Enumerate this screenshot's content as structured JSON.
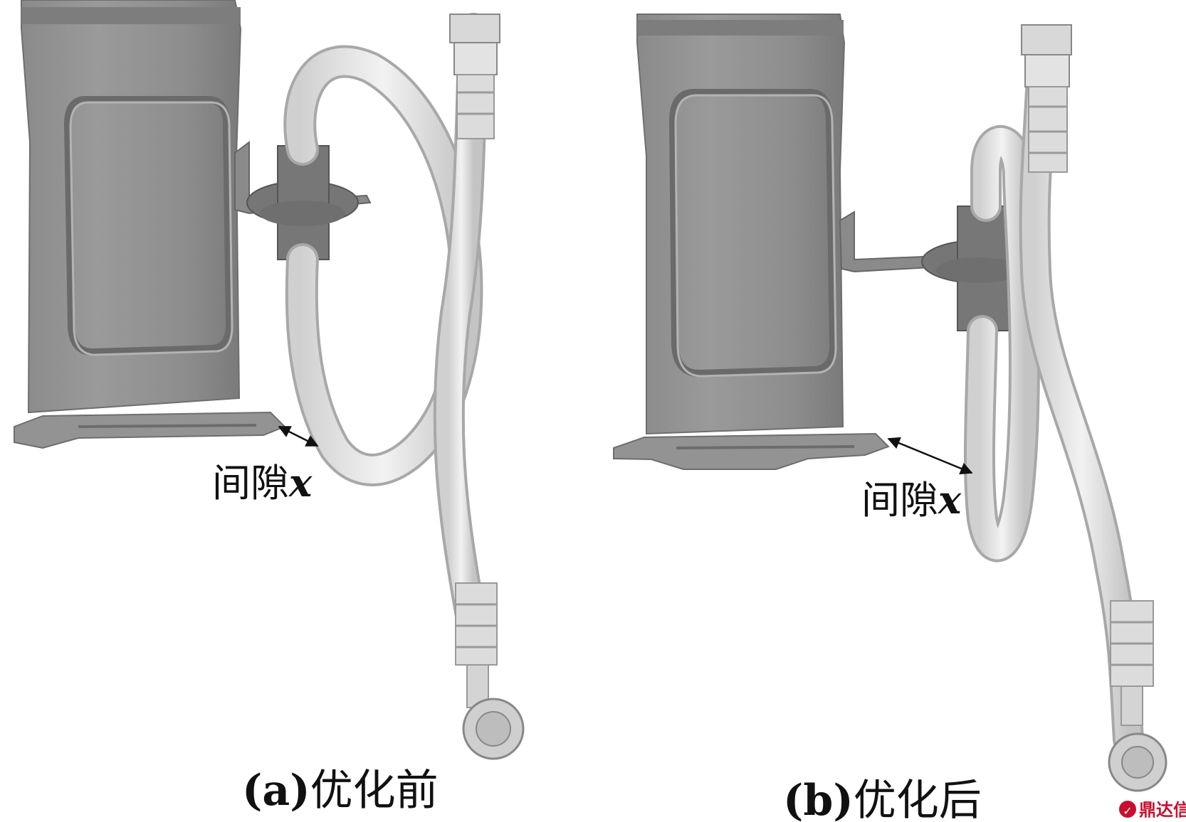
{
  "panels": [
    {
      "id": "a",
      "gap_label": "间隙",
      "gap_variable": "x",
      "caption_tag": "(a)",
      "caption_text": "优化前"
    },
    {
      "id": "b",
      "gap_label": "间隙",
      "gap_variable": "x",
      "caption_tag": "(b)",
      "caption_text": "优化后"
    }
  ],
  "watermark": {
    "text": "鼎达信",
    "logo_icon": "dingdaxin-logo-icon"
  },
  "colors": {
    "body_grey": "#8c8c8c",
    "hose_white": "#e4e4e4",
    "bracket_grey": "#7a7a7a",
    "watermark_red": "#c8102e"
  }
}
